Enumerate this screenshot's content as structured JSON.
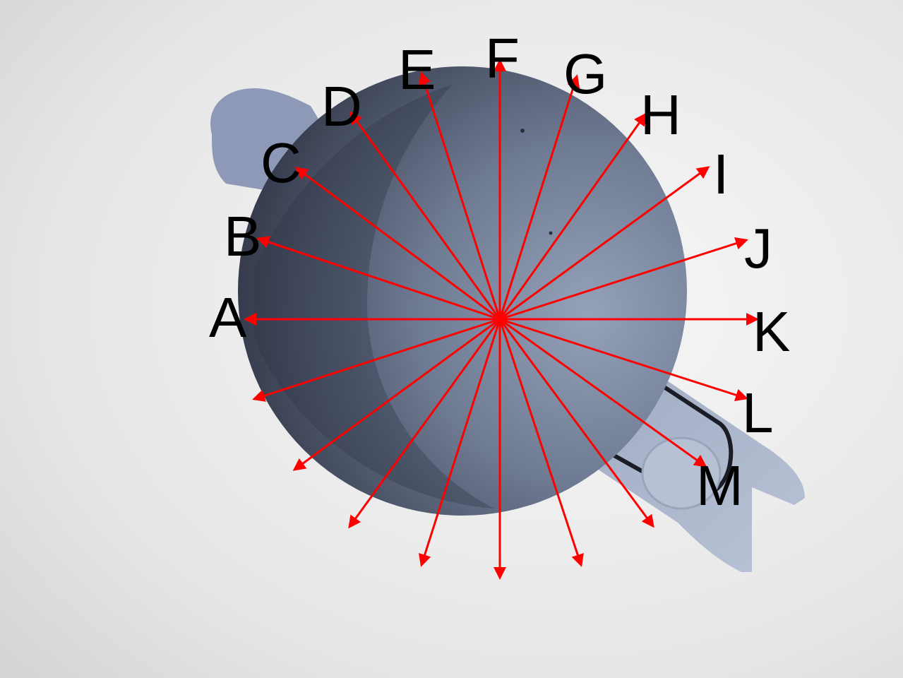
{
  "image": {
    "subject": "kettle-top-view",
    "colors": {
      "background_light": "#f4f4f4",
      "background_dark": "#d9d9d9",
      "body_light": "#8f9bb3",
      "body_dark": "#2f3545",
      "spout": "#8d99b6",
      "handle": "#aab5cc",
      "arrow": "#ff0000",
      "label": "#000000"
    }
  },
  "labels": [
    {
      "id": "a",
      "text": "A"
    },
    {
      "id": "b",
      "text": "B"
    },
    {
      "id": "c",
      "text": "C"
    },
    {
      "id": "d",
      "text": "D"
    },
    {
      "id": "e",
      "text": "E"
    },
    {
      "id": "f",
      "text": "F"
    },
    {
      "id": "g",
      "text": "G"
    },
    {
      "id": "h",
      "text": "H"
    },
    {
      "id": "i",
      "text": "I"
    },
    {
      "id": "j",
      "text": "J"
    },
    {
      "id": "k",
      "text": "K"
    },
    {
      "id": "l",
      "text": "L"
    },
    {
      "id": "m",
      "text": "M"
    }
  ]
}
